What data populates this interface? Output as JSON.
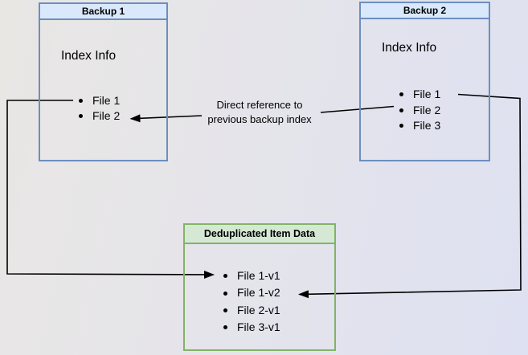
{
  "colors": {
    "blue_border": "#6c8ebf",
    "blue_header_fill": "#dae8fc",
    "green_border": "#82b366",
    "green_header_fill": "#d5e8d4",
    "connector": "#000000"
  },
  "boxes": {
    "backup1": {
      "title": "Backup 1",
      "subtitle": "Index Info",
      "items": [
        "File 1",
        "File 2"
      ]
    },
    "backup2": {
      "title": "Backup 2",
      "subtitle": "Index Info",
      "items": [
        "File 1",
        "File 2",
        "File 3"
      ]
    },
    "dedup": {
      "title": "Deduplicated Item Data",
      "items": [
        "File 1-v1",
        "File 1-v2",
        "File 2-v1",
        "File 3-v1"
      ]
    }
  },
  "annotation": {
    "line1": "Direct reference to",
    "line2": "previous backup index"
  },
  "arrows": [
    {
      "name": "backup2-file2-to-backup1-file2",
      "label": "Direct reference to previous backup index"
    },
    {
      "name": "backup1-file1-to-dedup-file1-v1",
      "label": ""
    },
    {
      "name": "backup2-file1-to-dedup-file1-v2",
      "label": ""
    }
  ]
}
